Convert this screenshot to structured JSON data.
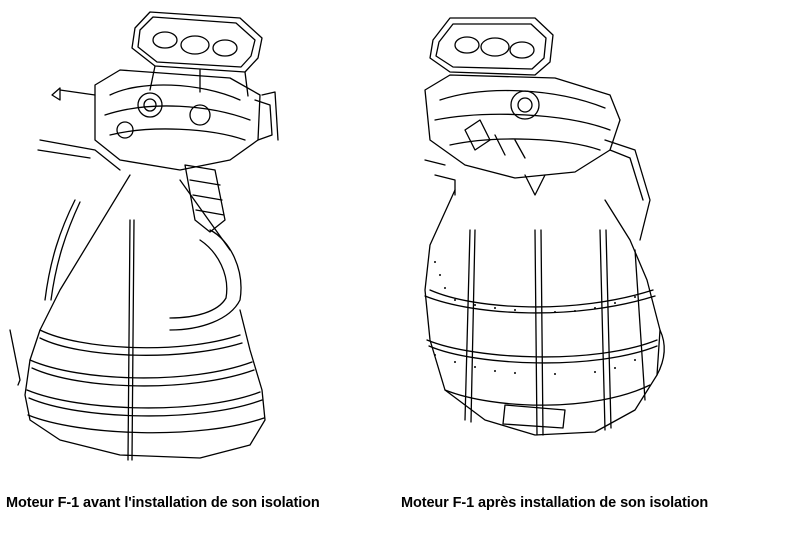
{
  "figure": {
    "left": {
      "caption": "Moteur F-1 avant l'installation de son isolation"
    },
    "right": {
      "caption": "Moteur F-1 après installation de son isolation"
    }
  },
  "colors": {
    "ink": "#000000",
    "paper": "#ffffff"
  },
  "icons": [
    "f1-engine-uninsulated-illustration",
    "f1-engine-insulated-illustration"
  ]
}
